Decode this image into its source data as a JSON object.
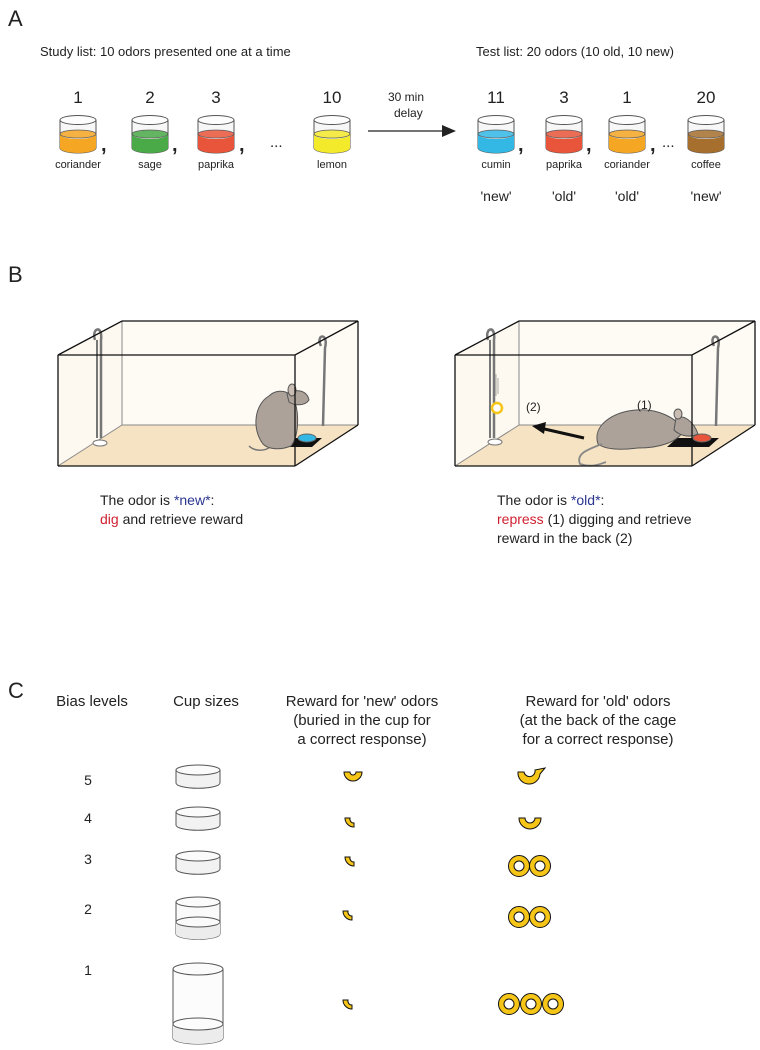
{
  "panels": {
    "a": "A",
    "b": "B",
    "c": "C"
  },
  "panel_a": {
    "study_title": "Study list: 10 odors presented one at a time",
    "test_title": "Test list: 20 odors (10 old, 10 new)",
    "delay_line1": "30 min",
    "delay_line2": "delay",
    "ellipsis": "...",
    "study_items": [
      {
        "num": "1",
        "label": "coriander",
        "color": "#f5a623"
      },
      {
        "num": "2",
        "label": "sage",
        "color": "#4aaa48"
      },
      {
        "num": "3",
        "label": "paprika",
        "color": "#e9553a"
      },
      {
        "num": "10",
        "label": "lemon",
        "color": "#f4ea2c"
      }
    ],
    "test_items": [
      {
        "num": "11",
        "label": "cumin",
        "response": "'new'",
        "color": "#33b8e6"
      },
      {
        "num": "3",
        "label": "paprika",
        "response": "'old'",
        "color": "#e9553a"
      },
      {
        "num": "1",
        "label": "coriander",
        "response": "'old'",
        "color": "#f5a623"
      },
      {
        "num": "20",
        "label": "coffee",
        "response": "'new'",
        "color": "#a66f2e"
      }
    ]
  },
  "panel_b": {
    "left_caption_prefix": "The odor is ",
    "left_caption_word": "*new*",
    "left_caption_suffix": ":",
    "left_action": "dig",
    "left_action_rest": " and retrieve reward",
    "right_caption_prefix": "The odor is ",
    "right_caption_word": "*old*",
    "right_caption_suffix": ":",
    "right_action": "repress",
    "right_action_rest": " (1) digging and retrieve",
    "right_line3": "reward  in the back (2)",
    "marker_1": "(1)",
    "marker_2": "(2)",
    "colors": {
      "action": "#d02030",
      "keyword": "#2a3590",
      "floor": "#f6e3c4",
      "left_cup": "#33b8e6",
      "right_cup": "#e9553a"
    }
  },
  "panel_c": {
    "headers": {
      "bias": "Bias levels",
      "cups": "Cup sizes",
      "new_1": "Reward for 'new' odors",
      "new_2": "(buried in the cup for",
      "new_3": "a correct response)",
      "old_1": "Reward for 'old' odors",
      "old_2": "(at the back of the cage",
      "old_3": "for a correct response)"
    },
    "levels": [
      "5",
      "4",
      "3",
      "2",
      "1"
    ],
    "reward_color": "#f5c518"
  }
}
